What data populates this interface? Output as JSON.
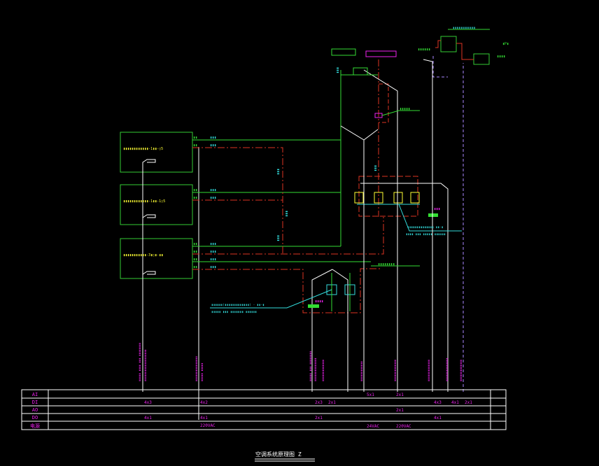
{
  "title": "空调系统原理图 Z",
  "colors": {
    "background": "#000000",
    "box": "#33cc33",
    "wire_green": "#33dd33",
    "wire_red": "#dd3322",
    "wire_white": "#ffffff",
    "cyan": "#33dddd",
    "magenta": "#ee22ee",
    "yellow": "#ffff33",
    "dashed_purple": "#aa88ff"
  },
  "controllers": [
    {
      "label": "▮▮▮▮▮▮▮▮▮▮▮▮-1▮▮-▯5",
      "pins": [
        "▮▮",
        "▮▮"
      ],
      "wires": [
        "▮▮▮",
        "▮▮▮"
      ]
    },
    {
      "label": "▮▮▮▮▮▮▮▮▮▮▮▮-1▮▮-1▯5",
      "pins": [
        "▮▮",
        "▮▮"
      ],
      "wires": [
        "▮▮▮",
        "▮▮▮"
      ]
    },
    {
      "label": "▮▮▮▮▮▮▮▮▮▮▮-3▮▯▮-▮▮",
      "pins": [
        "▮▮",
        "▮▮",
        "▮▮",
        "▮▮"
      ],
      "wires": [
        "▮▮▮",
        "▮▮▮",
        "▮▮▮",
        "▮▮▮"
      ]
    }
  ],
  "vertical_cable_tags": [
    "▮▮▮",
    "▮▮▮",
    "▮▮▮",
    "▮▮▮",
    "▮▮▮"
  ],
  "callouts": {
    "valve": "▮▮▮▮▮",
    "fan_group": "▮▮▮",
    "fan_spec_1": "▮▮▮▮▮▮▮▮▮▮▮▮▮▮ ▮▮-▮",
    "fan_spec_2": "▮▮▮▮ ▮▮▮ ▮▮▮▮▮ ▮▮▮▮▮▮",
    "pump_spec_1": "▮▮▮▮▮▮(▮▮▮▮▮▮▮▮▮▮▮▮▮) - ▮▮-▮",
    "pump_spec_2": "▮▮▮▮▮ ▮▮▮ ▮▮▮▮▮▮▮ ▮▮▮▮▮▮",
    "pump_group": "▮▮▮▮",
    "right_tag": "▮▮▮▮▮▮▮▮",
    "top_controller_tag": "▮▮▮▮▮▮▮▮▮▮▮▮",
    "top_left_tag": "▮▮▮▮▮▮",
    "top_right_tag": "▮▮▮▮",
    "dp_tag": "▮P▮"
  },
  "io_table": {
    "rows": [
      "AI",
      "DI",
      "AO",
      "DO",
      "电源"
    ],
    "entries": [
      {
        "col": "c1",
        "DI": "4x3",
        "DO": "4x1"
      },
      {
        "col": "c2",
        "DI": "4x2",
        "DO": "4x1",
        "电源": "220VAC"
      },
      {
        "col": "c3",
        "DI": "2x3",
        "DO": "2x1"
      },
      {
        "col": "c4",
        "DI": "2x1"
      },
      {
        "col": "c5",
        "AI": "5x1",
        "电源": "24VAC"
      },
      {
        "col": "c6",
        "AI": "2x1",
        "AO": "2x1",
        "电源": "220VAC"
      },
      {
        "col": "c7",
        "DI": "4x3",
        "DO": "4x1"
      },
      {
        "col": "c8",
        "DI": "4x1"
      },
      {
        "col": "c9",
        "DI": "2x1"
      }
    ]
  },
  "column_notes": [
    "▮▮▮▮▮ ▮▮▮▮ ▮▮▮ ▮▮▮▮▮▮▮▮",
    "▮▮▮▮▮▮▮▮▮▮▮▮▮▮▮▮▮▮▮",
    "▮▮▮▮▮▮▮▮▮▮▮▮▮▮▮",
    "▮▮▮▮▮ ▮▮▮▮▮",
    "▮▮▮▮▮ ▮▮▮ ▮▮▮▮▮▮▮▮",
    "▮▮▮▮▮▮▮▮▮▮▮▮▮▮",
    "▮▮▮▮▮▮▮▮▮▮▮▮▮",
    "▮▮▮▮▮▮▮▮▮▮▮▮",
    "▮▮▮▮▮▮▮▮▮▮▮▮▮",
    "▮▮▮▮▮▮▮▮▮▮▮▮▮",
    "▮▮▮▮▮▮▮▮▮▮▮▮▮▮",
    "▮▮▮▮▮▮▮▮▮▮▮▮▮"
  ]
}
